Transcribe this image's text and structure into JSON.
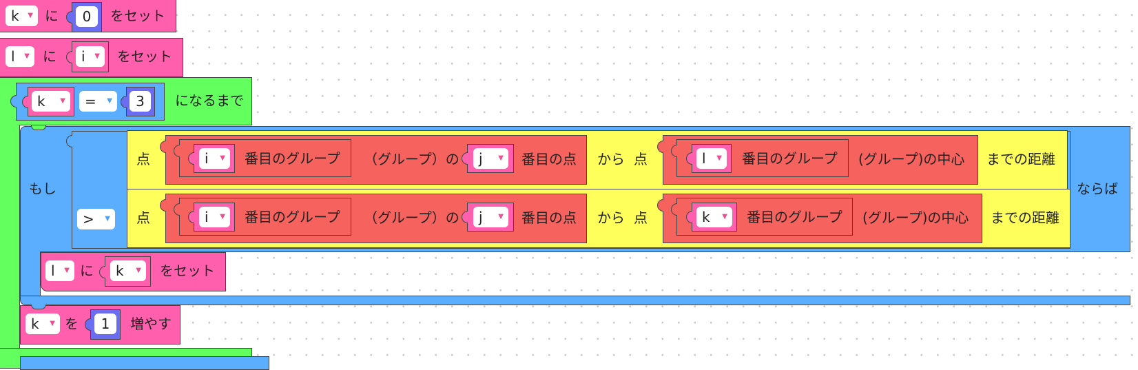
{
  "blocks": {
    "set_k": {
      "var": "k",
      "particle": "に",
      "value": "0",
      "suffix": "をセット"
    },
    "set_l": {
      "var": "l",
      "particle": "に",
      "value_var": "i",
      "suffix": "をセット"
    },
    "until": {
      "left_var": "k",
      "op": "=",
      "right_value": "3",
      "suffix": "になるまで"
    },
    "if": {
      "label": "もし",
      "then_label": "ならば",
      "compare_op": ">",
      "row1": {
        "point_label": "点",
        "group_var": "i",
        "group_text": "番目のグループ",
        "mid_text": "（グループ）の",
        "point_var": "j",
        "point_text": "番目の点",
        "from_text": "から",
        "point2_label": "点",
        "group2_var": "l",
        "group2_text": "番目のグループ",
        "center_text": "(グループ)の中心",
        "dist_text": "までの距離"
      },
      "row2": {
        "point_label": "点",
        "group_var": "i",
        "group_text": "番目のグループ",
        "mid_text": "（グループ）の",
        "point_var": "j",
        "point_text": "番目の点",
        "from_text": "から",
        "point2_label": "点",
        "group2_var": "k",
        "group2_text": "番目のグループ",
        "center_text": "(グループ)の中心",
        "dist_text": "までの距離"
      },
      "inner_set": {
        "var": "l",
        "particle": "に",
        "value_var": "k",
        "suffix": "をセット"
      }
    },
    "increment": {
      "var": "k",
      "particle": "を",
      "value": "1",
      "suffix": "増やす"
    }
  },
  "colors": {
    "variable": "#ff5fac",
    "function": "#f6625e",
    "loop": "#63ff5e",
    "control": "#5aaefd",
    "math_compare": "#ffff5b",
    "number": "#6a6cf2"
  }
}
